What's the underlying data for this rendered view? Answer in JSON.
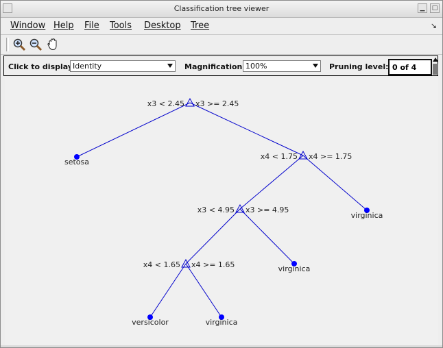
{
  "window": {
    "title": "Classification tree viewer"
  },
  "menu": {
    "items": [
      "Window",
      "Help",
      "File",
      "Tools",
      "Desktop",
      "Tree"
    ]
  },
  "toolbar": {
    "tools": [
      "zoom-in-icon",
      "zoom-out-icon",
      "pan-hand-icon"
    ]
  },
  "controls": {
    "display_label": "Click to display:",
    "display_value": "Identity",
    "magnification_label": "Magnification:",
    "magnification_value": "100%",
    "pruning_label": "Pruning level:",
    "pruning_value": "0 of 4"
  },
  "tree": {
    "colors": {
      "line": "#0000cc",
      "leaf": "#0000ff",
      "branch": "#0000cc"
    },
    "nodes": [
      {
        "id": "n1",
        "type": "branch",
        "left": "x3 < 2.45",
        "right": "x3 >= 2.45"
      },
      {
        "id": "n2",
        "type": "leaf",
        "label": "setosa"
      },
      {
        "id": "n3",
        "type": "branch",
        "left": "x4 < 1.75",
        "right": "x4 >= 1.75"
      },
      {
        "id": "n4",
        "type": "branch",
        "left": "x3 < 4.95",
        "right": "x3 >= 4.95"
      },
      {
        "id": "n5",
        "type": "leaf",
        "label": "virginica"
      },
      {
        "id": "n6",
        "type": "branch",
        "left": "x4 < 1.65",
        "right": "x4 >= 1.65"
      },
      {
        "id": "n7",
        "type": "leaf",
        "label": "virginica"
      },
      {
        "id": "n8",
        "type": "leaf",
        "label": "versicolor"
      },
      {
        "id": "n9",
        "type": "leaf",
        "label": "virginica"
      }
    ]
  }
}
